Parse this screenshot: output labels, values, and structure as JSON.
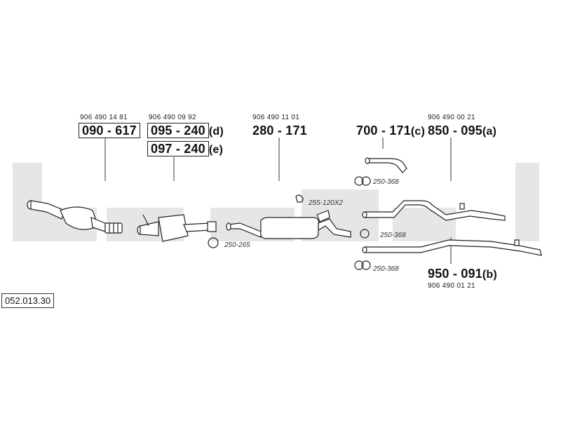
{
  "doc_ref": "052.013.30",
  "parts": [
    {
      "oe": "906 490 14 81",
      "part": "090 - 617",
      "suffix": ""
    },
    {
      "oe": "906 490 09 92",
      "part": "095 - 240",
      "suffix": "(d)"
    },
    {
      "oe": "",
      "part": "097 - 240",
      "suffix": "(e)"
    },
    {
      "oe": "906 490 11 01",
      "part": "280 - 171",
      "suffix": ""
    },
    {
      "oe": "",
      "part": "700 - 171",
      "suffix": "(c)"
    },
    {
      "oe": "906 490 00 21",
      "part": "850 - 095",
      "suffix": "(a)"
    },
    {
      "oe": "906 490 01 21",
      "part": "950 - 091",
      "suffix": "(b)"
    }
  ],
  "fitting_refs": [
    "255-120X2",
    "250-368",
    "250-265",
    "250-368",
    "250-368"
  ],
  "watermark_color": "#e6e6e6",
  "line_color": "#333333"
}
